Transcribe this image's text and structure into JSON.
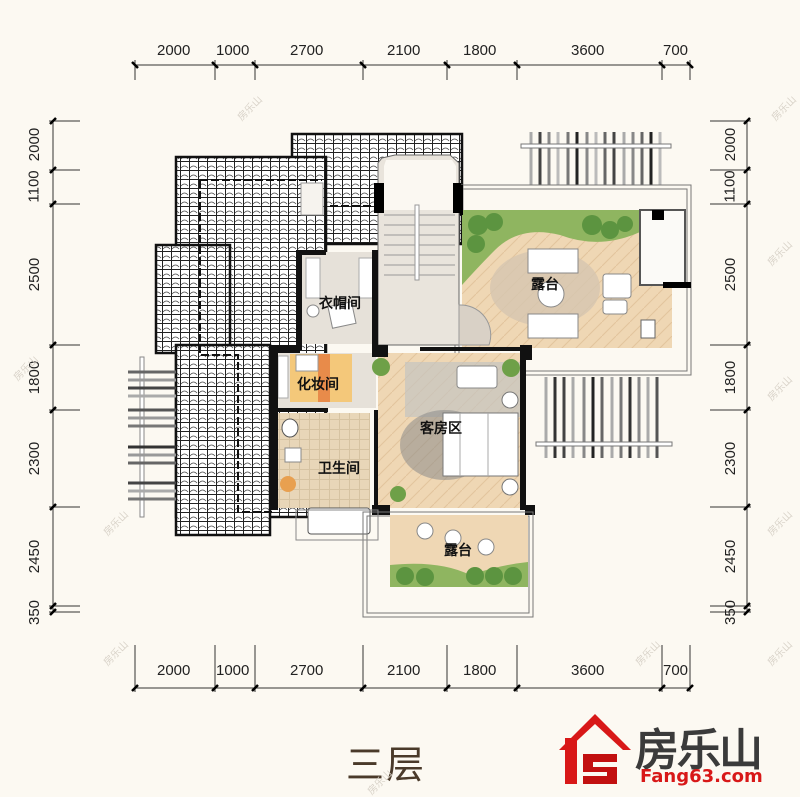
{
  "plan": {
    "floor_title": "三层",
    "top_dimensions": [
      "2000",
      "1000",
      "2700",
      "2100",
      "1800",
      "3600",
      "700"
    ],
    "bottom_dimensions": [
      "2000",
      "1000",
      "2700",
      "2100",
      "1800",
      "3600",
      "700"
    ],
    "left_dimensions": [
      "2000",
      "1100",
      "2500",
      "1800",
      "2300",
      "2450",
      "350"
    ],
    "right_dimensions": [
      "2000",
      "1100",
      "2500",
      "1800",
      "2300",
      "2450",
      "350"
    ],
    "rooms": {
      "closet": "衣帽间",
      "dressing": "化妆间",
      "guest_room": "客房区",
      "bathroom": "卫生间",
      "terrace_north": "露台",
      "terrace_south": "露台"
    }
  },
  "brand": {
    "name": "房乐山",
    "url": "Fang63.com",
    "watermark": "房乐山",
    "color_red": "#d81818",
    "color_dark": "#3b3b3b"
  }
}
